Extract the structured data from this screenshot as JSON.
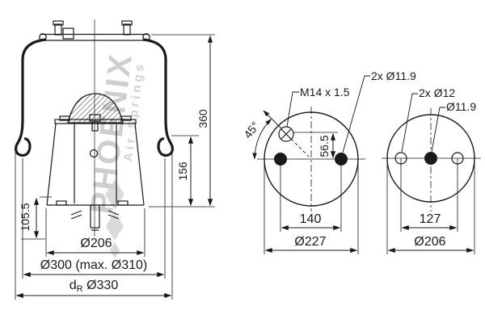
{
  "colors": {
    "line": "#1a1a1a",
    "watermark": "#c6c6c6",
    "background": "#ffffff"
  },
  "watermark": {
    "brand": "PHOENIX",
    "tagline": "Air Springs"
  },
  "side_view": {
    "dim_total_height": "360",
    "dim_piston_height": "156",
    "dim_stud_length": "105.5",
    "dim_piston_diameter": "Ø206",
    "dim_design_diameter": "Ø300 (max. Ø310)",
    "dim_rolling_prefix": "d",
    "dim_rolling_sub": "R",
    "dim_rolling_value": "Ø330"
  },
  "middle_view": {
    "air_fitting": "M14 x 1.5",
    "stud_holes": "2x Ø11.9",
    "fitting_angle": "45°",
    "dim_fitting_offset": "56.5",
    "dim_stud_spacing": "140",
    "dim_plate_diameter": "Ø227"
  },
  "right_view": {
    "stud_holes": "2x Ø12",
    "center_hole": "Ø11.9",
    "dim_stud_spacing": "127",
    "dim_plate_diameter": "Ø206"
  }
}
